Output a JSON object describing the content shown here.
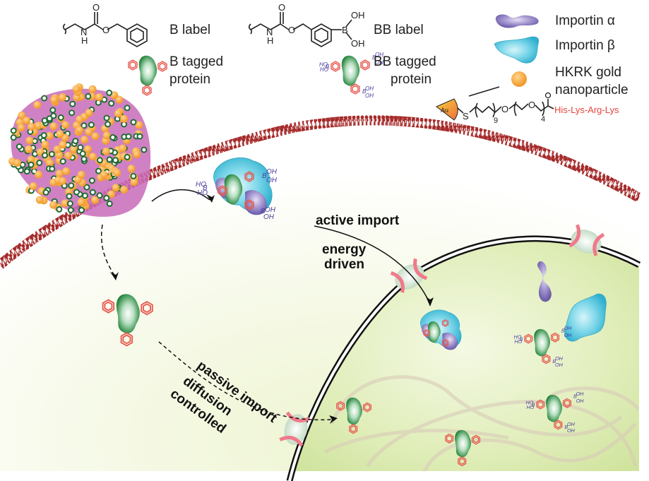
{
  "legend": {
    "b_label": "B label",
    "bb_label": "BB label",
    "b_tagged_line1": "B tagged",
    "b_tagged_line2": "protein",
    "bb_tagged_line1": "BB tagged",
    "bb_tagged_line2": "protein",
    "importin_alpha": "Importin α",
    "importin_beta": "Importin β",
    "hkrk_line1": "HKRK gold",
    "hkrk_line2": "nanoparticle"
  },
  "chemistry": {
    "atom_o": "O",
    "atom_n": "N",
    "atom_h": "H",
    "atom_b": "B",
    "atom_oh": "OH",
    "atom_s": "S",
    "atom_au": "Au",
    "subscript_9": "9",
    "subscript_4": "4",
    "peptide": "His-Lys-Arg-Lys",
    "boronic_ho": "HO",
    "boronic_oh": "OH"
  },
  "annotations": {
    "active_import": "active import",
    "energy": "energy",
    "driven": "driven",
    "passive_import": "passive import",
    "diffusion": "diffusion",
    "controlled": "controlled"
  },
  "colors": {
    "membrane": "#a52a2a",
    "importin_alpha": "#7b6fb3",
    "importin_beta": "#3fc0d8",
    "gold_nanoparticle": "#f5a53a",
    "protein_green": "#1f8a3a",
    "tag_ring": "#e8564c",
    "boronic_text": "#4b3fa0",
    "nucleus_fill": "#dbeab0",
    "vesicle": "#c86bb8",
    "pore_pink": "#f07a8a"
  }
}
